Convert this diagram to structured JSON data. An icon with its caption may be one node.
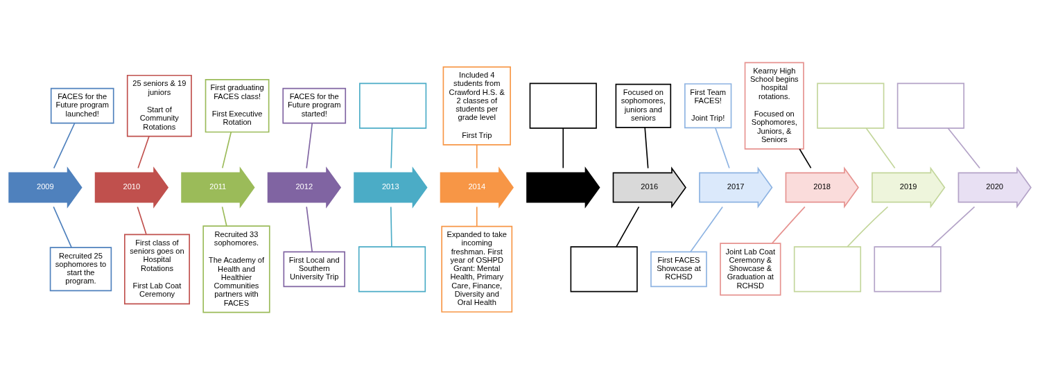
{
  "diagram": {
    "nodes": [
      {
        "text": [
          "FACES for the Future program launched!"
        ]
      },
      {
        "text": [
          "2009"
        ]
      },
      {
        "text": [
          "Recruited 25 sophomores to start the program."
        ]
      },
      {
        "text": [
          "25 seniors & 19 juniors",
          "Start of Community Rotations"
        ]
      },
      {
        "text": [
          "2010"
        ]
      },
      {
        "text": [
          "First class of seniors goes on Hospital Rotations",
          "First Lab Coat Ceremony"
        ]
      },
      {
        "text": [
          "First graduating FACES class!",
          "First Executive Rotation"
        ]
      },
      {
        "text": [
          "2011"
        ]
      },
      {
        "text": [
          "Recruited 33 sophomores.",
          "The Academy of Health and Healthier Communities partners with FACES"
        ]
      },
      {
        "text": [
          "FACES for the Future program started!"
        ]
      },
      {
        "text": [
          "2012"
        ]
      },
      {
        "text": [
          "First Local and Southern University Trip"
        ]
      },
      {
        "text": [],
        "shape": "box"
      },
      {
        "text": [
          "2013"
        ]
      },
      {
        "text": [],
        "shape": "box"
      },
      {
        "text": [
          "Included 4 students from Crawford H.S. & 2 classes of students per grade level",
          "First Trip"
        ]
      },
      {
        "text": [
          "2014"
        ]
      },
      {
        "text": [
          "Expanded to take incoming freshman. First year of OSHPD Grant: Mental Health, Primary Care, Finance, Diversity and Oral Health"
        ]
      },
      {
        "text": [],
        "shape": "box"
      },
      {
        "text": [],
        "shape": "arrow"
      },
      {
        "text": [
          "Focused on sophomores, juniors and seniors"
        ]
      },
      {
        "text": [
          "2016"
        ]
      },
      {
        "text": [],
        "shape": "box"
      },
      {
        "text": [
          "First Team FACES!",
          "Joint Trip!"
        ]
      },
      {
        "text": [
          "2017"
        ]
      },
      {
        "text": [
          "First FACES Showcase at RCHSD"
        ]
      },
      {
        "text": [
          "Kearny High School begins hospital rotations.",
          "Focused on Sophomores, Juniors, & Seniors"
        ]
      },
      {
        "text": [
          "2018"
        ]
      },
      {
        "text": [
          "Joint Lab Coat Ceremony & Showcase & Graduation at RCHSD"
        ]
      },
      {
        "text": [],
        "shape": "box"
      },
      {
        "text": [
          "2019"
        ]
      },
      {
        "text": [],
        "shape": "box"
      },
      {
        "text": [],
        "shape": "box"
      },
      {
        "text": [
          "2020"
        ]
      },
      {
        "text": [],
        "shape": "box"
      }
    ],
    "edges": [
      {
        "from": 0,
        "to": 1,
        "arrow": "none",
        "color": "#4f81bd"
      },
      {
        "from": 1,
        "to": 2,
        "arrow": "none",
        "color": "#4f81bd"
      },
      {
        "from": 3,
        "to": 4,
        "arrow": "none",
        "color": "#c0504d"
      },
      {
        "from": 4,
        "to": 5,
        "arrow": "none",
        "color": "#c0504d"
      },
      {
        "from": 6,
        "to": 7,
        "arrow": "none",
        "color": "#9bbb59"
      },
      {
        "from": 7,
        "to": 8,
        "arrow": "none",
        "color": "#9bbb59"
      },
      {
        "from": 9,
        "to": 10,
        "arrow": "none",
        "color": "#8064a2"
      },
      {
        "from": 10,
        "to": 11,
        "arrow": "none",
        "color": "#8064a2"
      },
      {
        "from": 12,
        "to": 13,
        "arrow": "none",
        "color": "#4bacc6"
      },
      {
        "from": 13,
        "to": 14,
        "arrow": "none",
        "color": "#4bacc6"
      },
      {
        "from": 15,
        "to": 16,
        "arrow": "none",
        "color": "#f79646"
      },
      {
        "from": 16,
        "to": 17,
        "arrow": "none",
        "color": "#f79646"
      },
      {
        "from": 18,
        "to": 19,
        "arrow": "none",
        "color": "#000000"
      },
      {
        "from": 20,
        "to": 21,
        "arrow": "none",
        "color": "#000000"
      },
      {
        "from": 21,
        "to": 22,
        "arrow": "none",
        "color": "#000000"
      },
      {
        "from": 23,
        "to": 24,
        "arrow": "none",
        "color": "#8db3e2"
      },
      {
        "from": 24,
        "to": 25,
        "arrow": "none",
        "color": "#8db3e2"
      },
      {
        "from": 26,
        "to": 27,
        "arrow": "none",
        "color": "#000000"
      },
      {
        "from": 27,
        "to": 28,
        "arrow": "none",
        "color": "#e6928f"
      },
      {
        "from": 29,
        "to": 30,
        "arrow": "none",
        "color": "#c3d69b"
      },
      {
        "from": 30,
        "to": 31,
        "arrow": "none",
        "color": "#c3d69b"
      },
      {
        "from": 32,
        "to": 33,
        "arrow": "none",
        "color": "#b3a2c7"
      },
      {
        "from": 33,
        "to": 34,
        "arrow": "none",
        "color": "#b3a2c7"
      }
    ]
  }
}
